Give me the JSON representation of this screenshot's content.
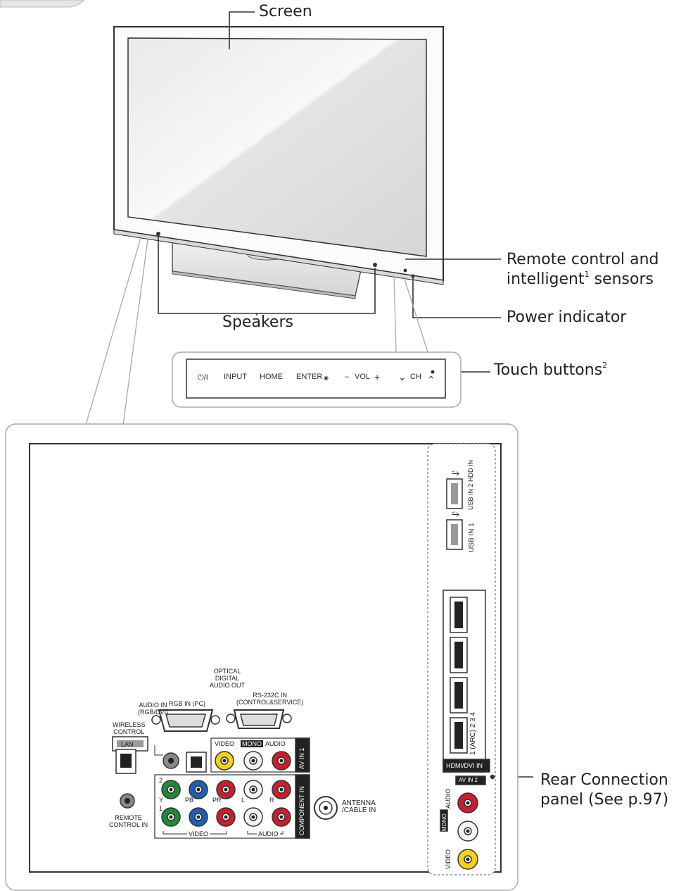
{
  "callouts": {
    "screen": "Screen",
    "remote_sensor_line1": "Remote control and",
    "remote_sensor_line2a": "intelligent",
    "remote_sensor_sup": "1",
    "remote_sensor_line2b": " sensors",
    "power_indicator": "Power indicator",
    "speakers": "Speakers",
    "touch_buttons": "Touch buttons",
    "touch_buttons_sup": "2",
    "rear_panel_line1": "Rear Connection",
    "rear_panel_line2": "panel (See p.97)"
  },
  "touch_buttons": {
    "power": "⏻/I",
    "input": "INPUT",
    "home": "HOME",
    "enter": "ENTER",
    "vol_minus": "–",
    "vol": "VOL",
    "vol_plus": "+",
    "ch_down": "⌄",
    "ch": "CH",
    "ch_up": "⌃"
  },
  "rear_labels": {
    "wireless_control": "WIRELESS\nCONTROL",
    "lan": "LAN",
    "audio_in": "AUDIO IN\n(RGB/DVI)",
    "rgb_in": "RGB IN (PC)",
    "optical": "OPTICAL\nDIGITAL\nAUDIO OUT",
    "rs232c": "RS-232C IN\n(CONTROL&SERVICE)",
    "remote_control_in": "REMOTE\nCONTROL IN",
    "video": "VIDEO",
    "mono": "MONO",
    "audio": "AUDIO",
    "av_in1": "AV IN 1",
    "component_in": "COMPONENT IN",
    "video_bracket": "VIDEO",
    "audio_bracket": "AUDIO",
    "y": "Y",
    "pb": "PB",
    "pr": "PR",
    "l": "L",
    "r": "R",
    "num2": "2",
    "num1": "1",
    "antenna": "ANTENNA\n/CABLE IN",
    "usb_in2": "USB IN 2 HDD IN",
    "usb_in1": "USB IN 1",
    "hdmi_ports": "1 (ARC) 2 3 4",
    "hdmi_dvi": "HDMI/DVI IN",
    "av_in2": "AV IN 2",
    "side_audio": "AUDIO",
    "side_mono": "MONO",
    "side_video": "VIDEO"
  },
  "colors": {
    "outline": "#333333",
    "green": "#1f8a3a",
    "blue": "#1e5fb0",
    "red": "#c81e2e",
    "yellow": "#f2d21a",
    "white_jack": "#f4f4f4",
    "grey_jack": "#8a8a8a",
    "panel_border": "#a8a8a8"
  }
}
